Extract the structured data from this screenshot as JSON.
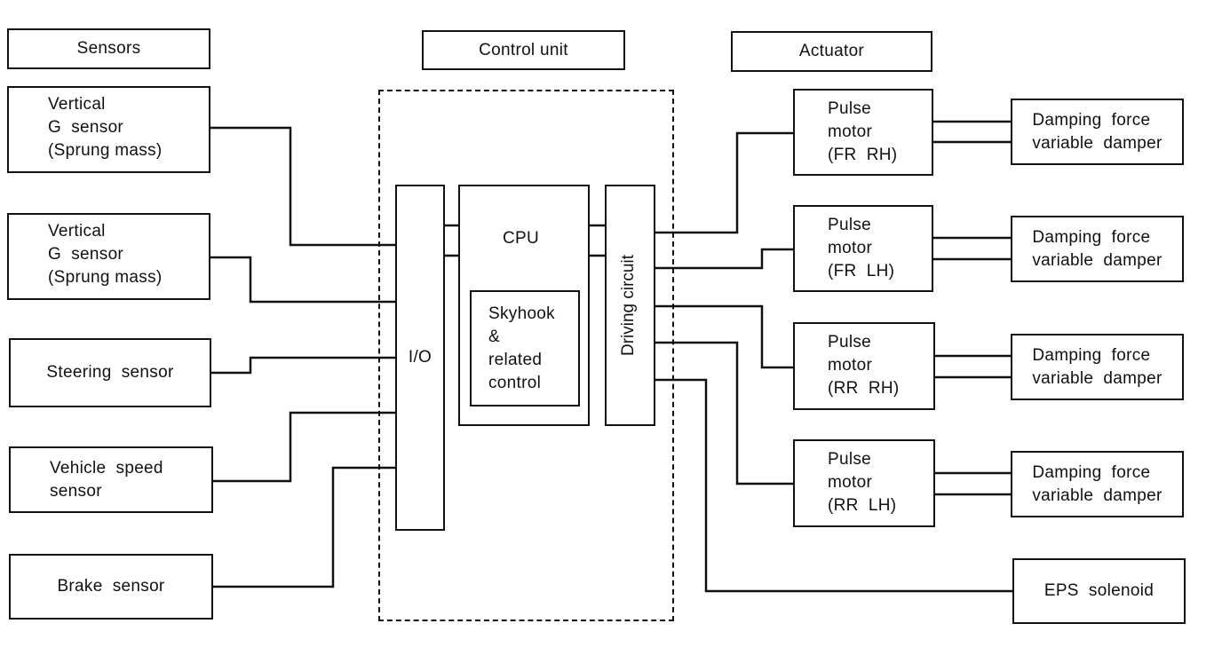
{
  "headers": {
    "sensors": "Sensors",
    "control_unit": "Control unit",
    "actuator": "Actuator"
  },
  "sensors": [
    "Vertical\nG  sensor\n(Sprung mass)",
    "Vertical\nG  sensor\n(Sprung mass)",
    "Steering  sensor",
    "Vehicle  speed\nsensor",
    "Brake  sensor"
  ],
  "control": {
    "io": "I/O",
    "cpu": "CPU",
    "skyhook": "Skyhook\n&\nrelated\ncontrol",
    "driving": "Driving circuit"
  },
  "motors": [
    "Pulse\nmotor\n(FR  RH)",
    "Pulse\nmotor\n(FR  LH)",
    "Pulse\nmotor\n(RR  RH)",
    "Pulse\nmotor\n(RR  LH)"
  ],
  "dampers": [
    "Damping  force\nvariable  damper",
    "Damping  force\nvariable  damper",
    "Damping  force\nvariable  damper",
    "Damping  force\nvariable  damper"
  ],
  "eps": "EPS  solenoid"
}
